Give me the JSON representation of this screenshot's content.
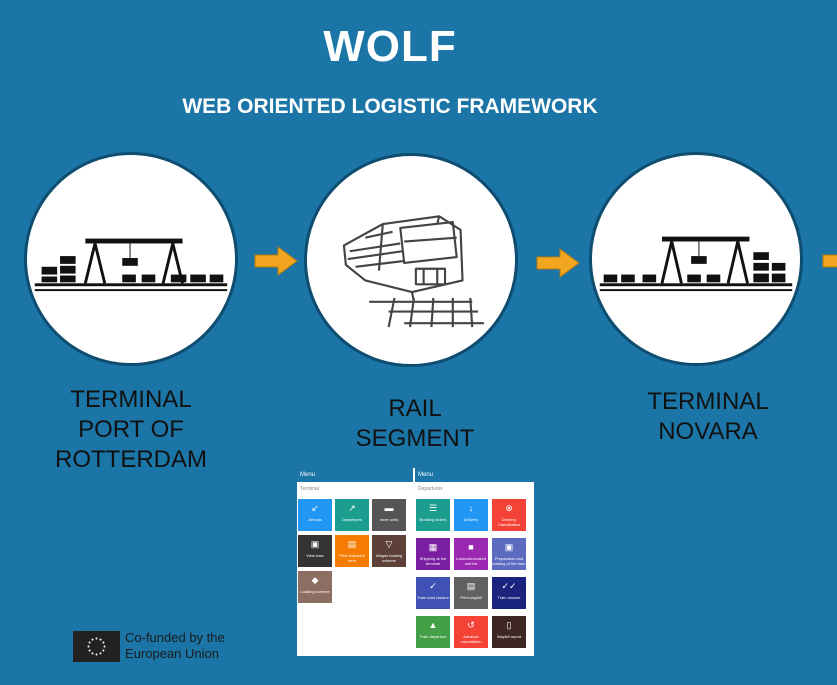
{
  "header": {
    "title": "WOLF",
    "subtitle": "WEB ORIENTED LOGISTIC FRAMEWORK"
  },
  "nodes": [
    {
      "label_line1": "TERMINAL",
      "label_line2": "PORT OF ROTTERDAM"
    },
    {
      "label_line1": "RAIL",
      "label_line2": "SEGMENT"
    },
    {
      "label_line1": "TERMINAL",
      "label_line2": "NOVARA"
    }
  ],
  "app_screenshot": {
    "left_header": "Menu",
    "right_header": "Menu",
    "left_section": "Terminal",
    "right_section": "Departures",
    "left_tiles": [
      {
        "label": "Arrivals",
        "icon": "arrow-down-left",
        "color": "#2196f3"
      },
      {
        "label": "Departures",
        "icon": "arrow-up-right",
        "color": "#1b9e8f"
      },
      {
        "label": "Inner units",
        "icon": "truck",
        "color": "#555555"
      },
      {
        "label": "View train",
        "icon": "train",
        "color": "#333333"
      },
      {
        "label": "Print shipment form",
        "icon": "printer",
        "color": "#f57c00"
      },
      {
        "label": "Wagon loading scheme",
        "icon": "triangle-down",
        "color": "#5d4037"
      },
      {
        "label": "Loading scheme",
        "icon": "layers",
        "color": "#8d6e63"
      }
    ],
    "right_tiles": [
      {
        "label": "Booking orders",
        "icon": "list",
        "color": "#1b9e8f"
      },
      {
        "label": "Delivery",
        "icon": "arrow-down",
        "color": "#2196f3"
      },
      {
        "label": "Delivery Cancellation",
        "icon": "close-circle",
        "color": "#f44336"
      },
      {
        "label": "Shipping at the terminal",
        "icon": "grid",
        "color": "#7b1fa2"
      },
      {
        "label": "Locked/unlocked unit list",
        "icon": "lock",
        "color": "#9c27b0"
      },
      {
        "label": "Preparation and loading of the train",
        "icon": "train",
        "color": "#5c6bc0"
      },
      {
        "label": "Train load closure",
        "icon": "check",
        "color": "#3f51b5"
      },
      {
        "label": "Print waybill",
        "icon": "printer",
        "color": "#616161"
      },
      {
        "label": "Train closure",
        "icon": "double-check",
        "color": "#1a237e"
      },
      {
        "label": "Train departure",
        "icon": "thumb-up",
        "color": "#43a047"
      },
      {
        "label": "Advance cancellation",
        "icon": "undo",
        "color": "#f44336"
      },
      {
        "label": "Waybill report",
        "icon": "document",
        "color": "#3e2723"
      }
    ]
  },
  "eu_badge": {
    "line1": "Co-funded by the",
    "line2": "European Union"
  },
  "colors": {
    "background": "#1b75a6",
    "arrow": "#f2a51e"
  }
}
